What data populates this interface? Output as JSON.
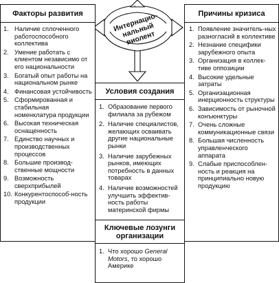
{
  "center_label": {
    "lines": [
      "Интернацио-",
      "нальный",
      "виолент"
    ]
  },
  "left_panel": {
    "title": "Факторы развития",
    "items": [
      {
        "n": "1.",
        "text": "Наличие сплоченного работоспособного коллектива"
      },
      {
        "n": "2.",
        "text": "Умение работать с клиентом независимо от его национальности"
      },
      {
        "n": "3.",
        "text": "Богатый опыт работы на национальном рынке"
      },
      {
        "n": "4.",
        "text": "Финансовая устойчивость"
      },
      {
        "n": "5.",
        "text": "Сформированная и стабильная номенклатура продукции"
      },
      {
        "n": "6.",
        "text": "Высокая техническая оснащенность"
      },
      {
        "n": "7.",
        "text": "Единство научных и производственных процессов"
      },
      {
        "n": "8.",
        "text": "Большие производ-ственные мощности"
      },
      {
        "n": "9.",
        "text": "Возможность сверхприбылей"
      },
      {
        "n": "10.",
        "text": "Конкурентоспособ-ность продукции"
      }
    ]
  },
  "right_panel": {
    "title": "Причины кризиса",
    "items": [
      {
        "n": "1.",
        "text": "Появление значитель-ных разногласий в коллективе"
      },
      {
        "n": "2.",
        "text": "Незнание специфики зарубежного опыта"
      },
      {
        "n": "3.",
        "text": "Организация в коллек-тиве оппозиции"
      },
      {
        "n": "4.",
        "text": "Высокие удельные затраты"
      },
      {
        "n": "5.",
        "text": "Организационная инерционность структуры"
      },
      {
        "n": "6.",
        "text": "Зависимость от рыночной конъюнктуры"
      },
      {
        "n": "7.",
        "text": "Очень сложные коммуникационные связи"
      },
      {
        "n": "8.",
        "text": "Большая численность управленческого аппарата"
      },
      {
        "n": "9.",
        "text": "Слабые приспособлен-ность и реакция на принципиально новую продукцию"
      }
    ]
  },
  "conditions_panel": {
    "title": "Условия создания",
    "items": [
      {
        "n": "1.",
        "text": "Образование первого филиала за рубежом"
      },
      {
        "n": "2.",
        "text": "Наличие специалистов, желающих осваивать другие национальные рынки"
      },
      {
        "n": "3.",
        "text": "Наличие зарубежных рынков, имеющих потребность в данных товарах"
      },
      {
        "n": "4.",
        "text": "Наличие возможностей улучшить эффектив-ность работы материнской фирмы"
      }
    ]
  },
  "slogans_panel": {
    "title": "Ключевые лозунги организации",
    "items": [
      {
        "n": "1.",
        "text_before": "Что хорошо ",
        "text_italic": "General Motors",
        "text_after": ", то хорошо Америке"
      }
    ]
  }
}
